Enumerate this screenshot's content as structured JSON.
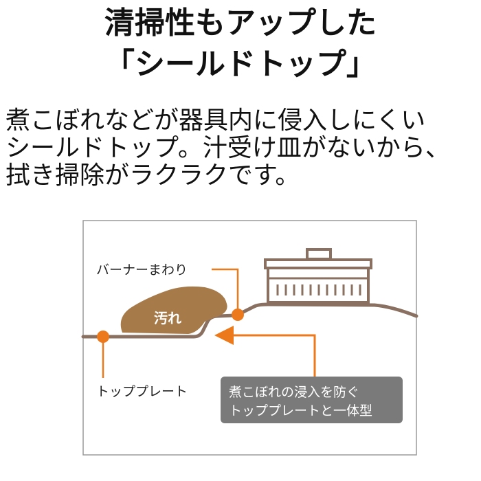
{
  "title": {
    "line1": "清掃性もアップした",
    "line2": "「シールドトップ」"
  },
  "description": {
    "line1": "煮こぼれなどが器具内に侵入しにくい",
    "line2": "シールドトップ。汁受け皿がないから、",
    "line3": "拭き掃除がラクラクです。"
  },
  "diagram": {
    "label_burner": "バーナーまわり",
    "label_stain": "汚れ",
    "label_top_plate": "トッププレート",
    "callout_line1": "煮こぼれの浸入を防ぐ",
    "callout_line2": "トッププレートと一体型"
  },
  "colors": {
    "accent_orange": "#ec7a1c",
    "plate_brown": "#8a7060",
    "stain_brown": "#a77a4a",
    "callout_gray": "#7a7a7a",
    "frame_gray": "#9a9a9a"
  }
}
